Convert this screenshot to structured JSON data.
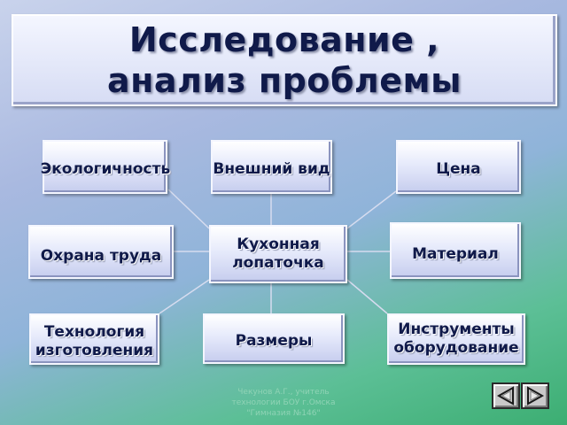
{
  "title": {
    "line1": "Исследование ,",
    "line2": "анализ проблемы"
  },
  "center": {
    "line1": "Кухонная",
    "line2": "лопаточка"
  },
  "nodes": {
    "ecology": "Экологичность",
    "appearance": "Внешний  вид",
    "price": "Цена",
    "safety": "Охрана труда",
    "material": "Материал",
    "technology_line1": "Технология",
    "technology_line2": "изготовления",
    "sizes": "Размеры",
    "tools_line1": "Инструменты",
    "tools_line2": "оборудование"
  },
  "credit": {
    "line1": "Чекунов А.Г., учитель",
    "line2": "технологии БОУ г.Омска",
    "line3": "\"Гимназия №146\""
  },
  "nav": {
    "back_icon": "triangle-left-icon",
    "forward_icon": "triangle-right-icon"
  },
  "colors": {
    "text": "#101a4a",
    "connector": "#d6dcef",
    "background_top": "#c9d3ec",
    "background_bottom": "#3cae72"
  }
}
